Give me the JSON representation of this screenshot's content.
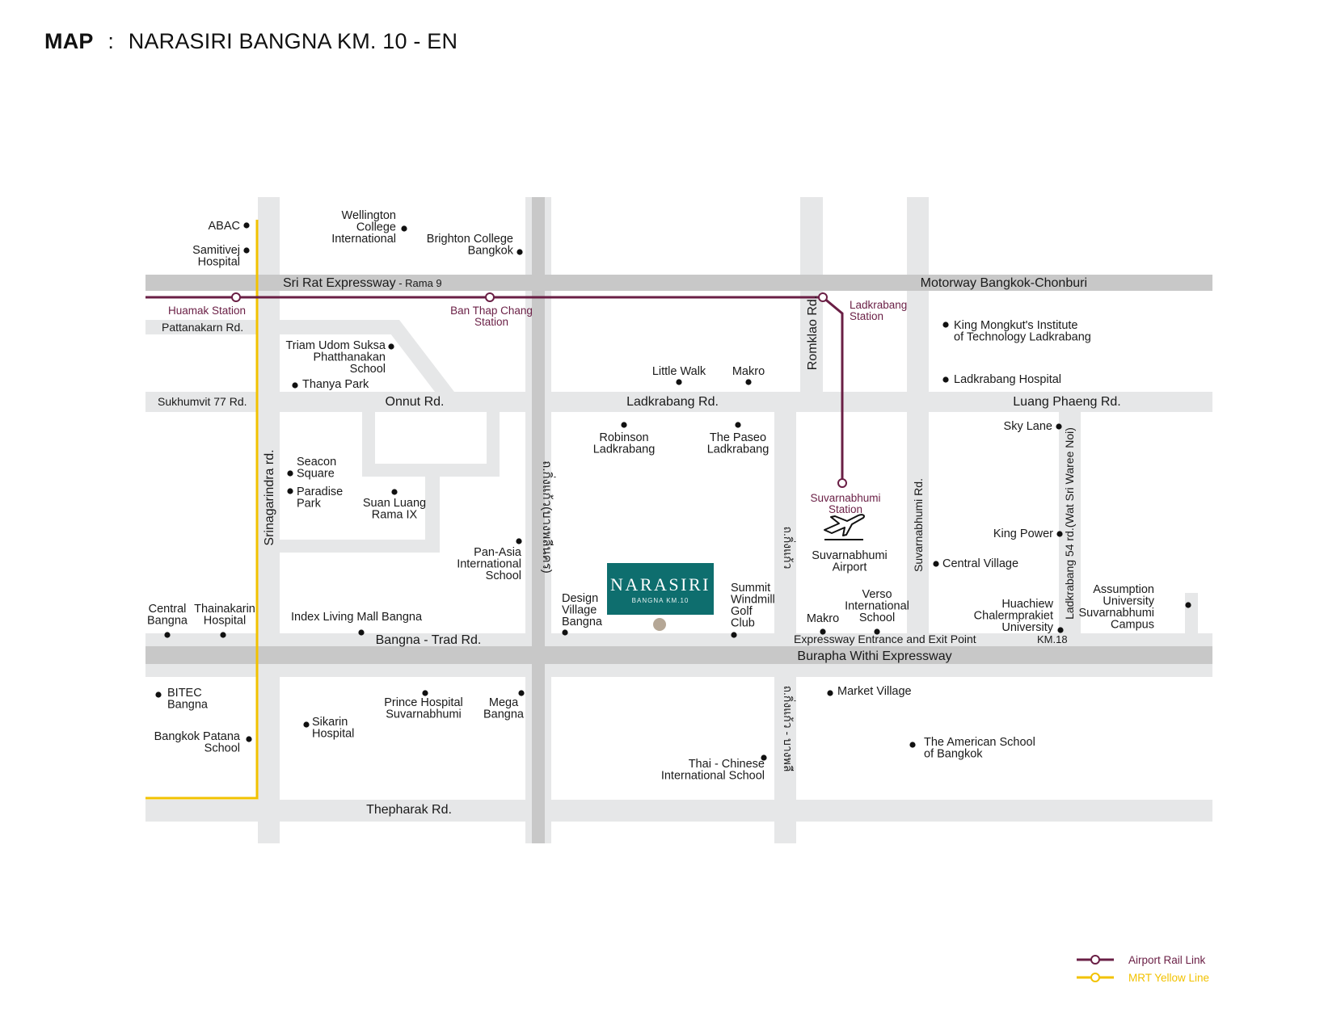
{
  "header": {
    "map_word": "MAP",
    "separator": ":",
    "project": "NARASIRI BANGNA KM. 10 - EN"
  },
  "colors": {
    "road": "#e6e7e8",
    "highway": "#c8c8c8",
    "airport_rail": "#6a1f45",
    "mrt_yellow": "#f2c200",
    "brand": "#0e6e6e",
    "project_dot": "#b5a796"
  },
  "roads": [
    {
      "key": "sri_rat",
      "text": "Sri Rat Expressway",
      "suffix": " - Rama 9"
    },
    {
      "key": "motorway",
      "text": "Motorway Bangkok-Chonburi"
    },
    {
      "key": "pattanakarn",
      "text": "Pattanakarn Rd."
    },
    {
      "key": "sukhumvit77",
      "text": "Sukhumvit 77 Rd."
    },
    {
      "key": "onnut",
      "text": "Onnut Rd."
    },
    {
      "key": "ladkrabang",
      "text": "Ladkrabang Rd."
    },
    {
      "key": "luang_phaeng",
      "text": "Luang Phaeng Rd."
    },
    {
      "key": "srinagarindra",
      "text": "Srinagarindra rd."
    },
    {
      "key": "romklao",
      "text": "Romklao Rd."
    },
    {
      "key": "suvarnabhumi_rd",
      "text": "Suvarnabhumi Rd."
    },
    {
      "key": "ladkrabang54",
      "text": "Ladkrabang 54 rd.(Wat Sri Waree Noi)"
    },
    {
      "key": "king_kaew_thai",
      "text": "ถ.กิ่งแก้ว(บางพลีนคร)"
    },
    {
      "key": "king_kaew_short",
      "text": "ถ.กิ่งแก้ว"
    },
    {
      "key": "bangna_trad",
      "text": "Bangna - Trad Rd."
    },
    {
      "key": "burapha",
      "text": "Burapha Withi Expressway"
    },
    {
      "key": "exp_entrance",
      "text": "Expressway Entrance and Exit Point"
    },
    {
      "key": "km18",
      "text": "KM.18"
    },
    {
      "key": "thepharak",
      "text": "Thepharak Rd."
    },
    {
      "key": "thai_road2",
      "text": "ถ.กิ่งแก้ว - บางพลี"
    }
  ],
  "stations": [
    {
      "key": "huamak",
      "lines": [
        "Huamak Station"
      ]
    },
    {
      "key": "ban_thap_chang",
      "lines": [
        "Ban Thap Chang",
        "Station"
      ]
    },
    {
      "key": "ladkrabang_st",
      "lines": [
        "Ladkrabang",
        "Station"
      ]
    },
    {
      "key": "suvarnabhumi_st",
      "lines": [
        "Suvarnabhumi",
        "Station"
      ]
    }
  ],
  "places": [
    {
      "key": "abac",
      "lines": [
        "ABAC"
      ]
    },
    {
      "key": "samitivej",
      "lines": [
        "Samitivej",
        "Hospital"
      ]
    },
    {
      "key": "wellington",
      "lines": [
        "Wellington",
        "College",
        "International"
      ]
    },
    {
      "key": "brighton",
      "lines": [
        "Brighton College",
        "Bangkok"
      ]
    },
    {
      "key": "triam",
      "lines": [
        "Triam Udom Suksa",
        "Phatthanakan",
        "School"
      ]
    },
    {
      "key": "thanya",
      "lines": [
        "Thanya Park"
      ]
    },
    {
      "key": "little_walk",
      "lines": [
        "Little Walk"
      ]
    },
    {
      "key": "makro1",
      "lines": [
        "Makro"
      ]
    },
    {
      "key": "kmitl",
      "lines": [
        "King Mongkut's Institute",
        "of Technology Ladkrabang"
      ]
    },
    {
      "key": "ladkrabang_hosp",
      "lines": [
        "Ladkrabang Hospital"
      ]
    },
    {
      "key": "sky_lane",
      "lines": [
        "Sky Lane"
      ]
    },
    {
      "key": "robinson",
      "lines": [
        "Robinson",
        "Ladkrabang"
      ]
    },
    {
      "key": "paseo",
      "lines": [
        "The Paseo",
        "Ladkrabang"
      ]
    },
    {
      "key": "seacon",
      "lines": [
        "Seacon",
        "Square"
      ]
    },
    {
      "key": "paradise",
      "lines": [
        "Paradise",
        "Park"
      ]
    },
    {
      "key": "suan_luang",
      "lines": [
        "Suan Luang",
        "Rama IX"
      ]
    },
    {
      "key": "pan_asia",
      "lines": [
        "Pan-Asia",
        "International",
        "School"
      ]
    },
    {
      "key": "airport",
      "lines": [
        "Suvarnabhumi",
        "Airport"
      ]
    },
    {
      "key": "king_power",
      "lines": [
        "King Power"
      ]
    },
    {
      "key": "central_village",
      "lines": [
        "Central Village"
      ]
    },
    {
      "key": "design_village",
      "lines": [
        "Design",
        "Village",
        "Bangna"
      ]
    },
    {
      "key": "summit",
      "lines": [
        "Summit",
        "Windmill",
        "Golf",
        "Club"
      ]
    },
    {
      "key": "verso",
      "lines": [
        "Verso",
        "International",
        "School"
      ]
    },
    {
      "key": "makro2",
      "lines": [
        "Makro"
      ]
    },
    {
      "key": "huachiew",
      "lines": [
        "Huachiew",
        "Chalermprakiet",
        "University"
      ]
    },
    {
      "key": "assumption",
      "lines": [
        "Assumption",
        "University",
        "Suvarnabhumi",
        "Campus"
      ]
    },
    {
      "key": "central_bangna",
      "lines": [
        "Central",
        "Bangna"
      ]
    },
    {
      "key": "thainakarin",
      "lines": [
        "Thainakarin",
        "Hospital"
      ]
    },
    {
      "key": "index_living",
      "lines": [
        "Index Living Mall Bangna"
      ]
    },
    {
      "key": "bitec",
      "lines": [
        "BITEC",
        "Bangna"
      ]
    },
    {
      "key": "bangkok_patana",
      "lines": [
        "Bangkok Patana",
        "School"
      ]
    },
    {
      "key": "sikarin",
      "lines": [
        "Sikarin",
        "Hospital"
      ]
    },
    {
      "key": "prince",
      "lines": [
        "Prince Hospital",
        "Suvarnabhumi"
      ]
    },
    {
      "key": "mega",
      "lines": [
        "Mega",
        "Bangna"
      ]
    },
    {
      "key": "market_village",
      "lines": [
        "Market Village"
      ]
    },
    {
      "key": "american_school",
      "lines": [
        "The American School",
        "of Bangkok"
      ]
    },
    {
      "key": "thai_chinese",
      "lines": [
        "Thai - Chinese",
        "International School"
      ]
    }
  ],
  "project": {
    "name": "NARASIRI",
    "sub": "BANGNA KM.10"
  },
  "legend": [
    {
      "label": "Airport Rail Link",
      "color": "#6a1f45"
    },
    {
      "label": "MRT Yellow Line",
      "color": "#f2c200"
    }
  ]
}
